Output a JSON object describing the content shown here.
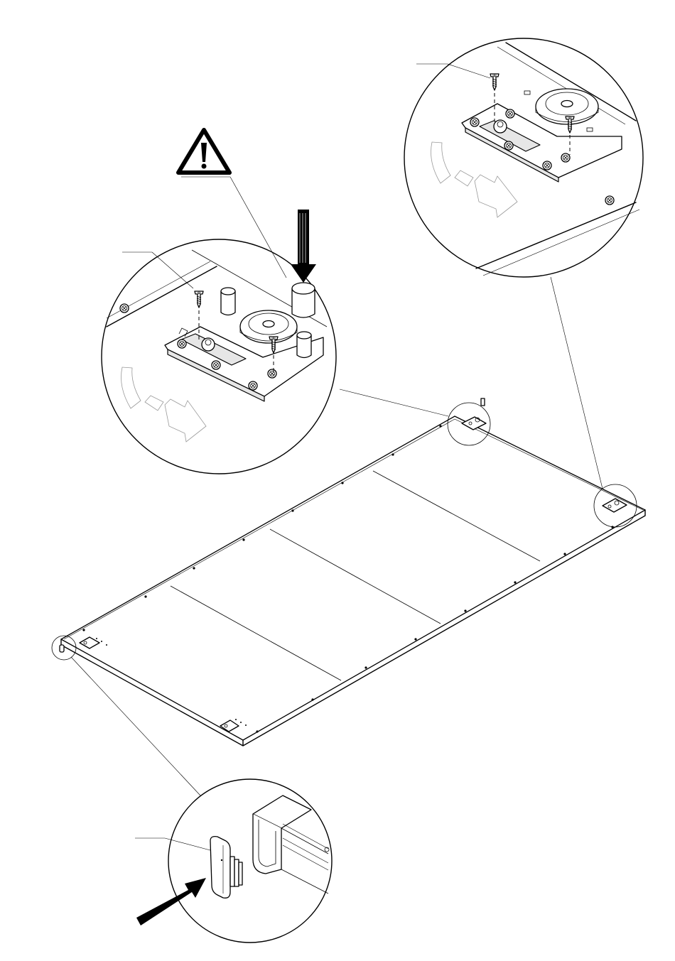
{
  "diagram": {
    "warning_symbol": "warning-triangle-icon",
    "parts": [
      "panel",
      "screw",
      "glide-wheel-bracket",
      "spacer-bushing",
      "end-cap",
      "frame-rail"
    ],
    "colors": {
      "line": "#000000",
      "background": "#ffffff",
      "shade": "#e6e6e6"
    }
  }
}
